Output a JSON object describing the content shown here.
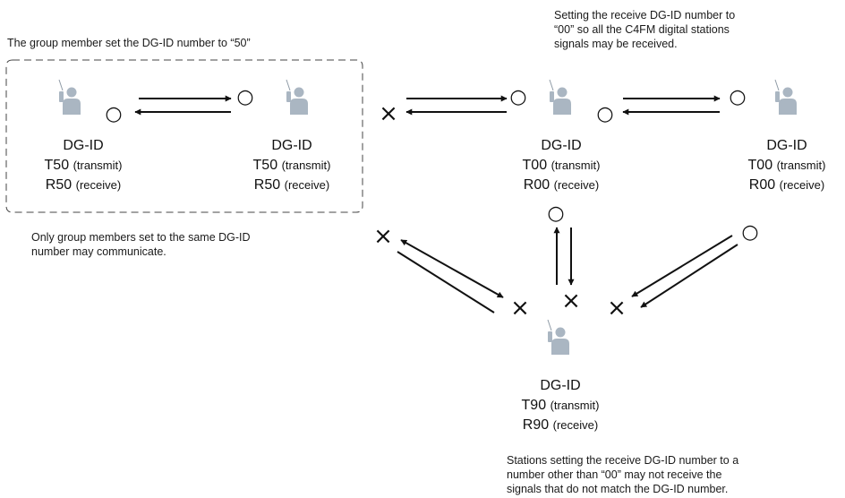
{
  "notes": {
    "group_setting": "The group member set the DG-ID number to “50”",
    "receive_all": "Setting the receive DG-ID number to\n“00” so all the C4FM digital stations\nsignals may be received.",
    "group_only": "Only group members set to the same DG-ID\nnumber may communicate.",
    "mismatch": "Stations setting the receive DG-ID number to a\nnumber other than “00” may not receive the\nsignals that do not match the DG-ID number."
  },
  "stations": [
    {
      "id": "s1",
      "head": "DG-ID",
      "tx_code": "T50",
      "tx_word": "(transmit)",
      "rx_code": "R50",
      "rx_word": "(receive)"
    },
    {
      "id": "s2",
      "head": "DG-ID",
      "tx_code": "T50",
      "tx_word": "(transmit)",
      "rx_code": "R50",
      "rx_word": "(receive)"
    },
    {
      "id": "s3",
      "head": "DG-ID",
      "tx_code": "T00",
      "tx_word": "(transmit)",
      "rx_code": "R00",
      "rx_word": "(receive)"
    },
    {
      "id": "s4",
      "head": "DG-ID",
      "tx_code": "T00",
      "tx_word": "(transmit)",
      "rx_code": "R00",
      "rx_word": "(receive)"
    },
    {
      "id": "s5",
      "head": "DG-ID",
      "tx_code": "T90",
      "tx_word": "(transmit)",
      "rx_code": "R90",
      "rx_word": "(receive)"
    }
  ],
  "symbols": {
    "accepted": "○",
    "rejected": "×"
  },
  "colors": {
    "person": "#aab6c2",
    "line": "#111111",
    "group_border": "#444444"
  },
  "icons": [
    "person-with-radio-icon"
  ]
}
